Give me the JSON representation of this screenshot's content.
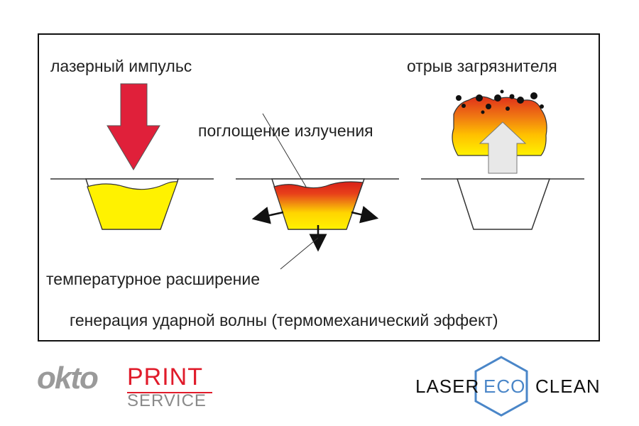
{
  "diagram": {
    "labels": {
      "laser_pulse": "лазерный импульс",
      "absorption": "поглощение излучения",
      "detachment": "отрыв загрязнителя",
      "thermal_expansion": "температурное расширение",
      "shock_wave": "генерация ударной волны  (термомеханический эффект)"
    }
  },
  "logos": {
    "okto": {
      "brand": "okto",
      "print": "PRINT",
      "service": "SERVICE",
      "colors": {
        "brand": "#9a9a9a",
        "accent": "#e01b2a",
        "text": "#8a8a8a"
      }
    },
    "laser_eco_clean": {
      "left": "LASER",
      "middle": "ECO",
      "right": "CLEAN",
      "colors": {
        "text": "#111111",
        "accent": "#4a86c8"
      }
    }
  },
  "colors": {
    "arrow_red": "#e0203a",
    "liquid_yellow": "#fff200",
    "heat_red": "#d82018",
    "heat_orange": "#f08a10",
    "up_arrow": "#e8e8e8"
  }
}
